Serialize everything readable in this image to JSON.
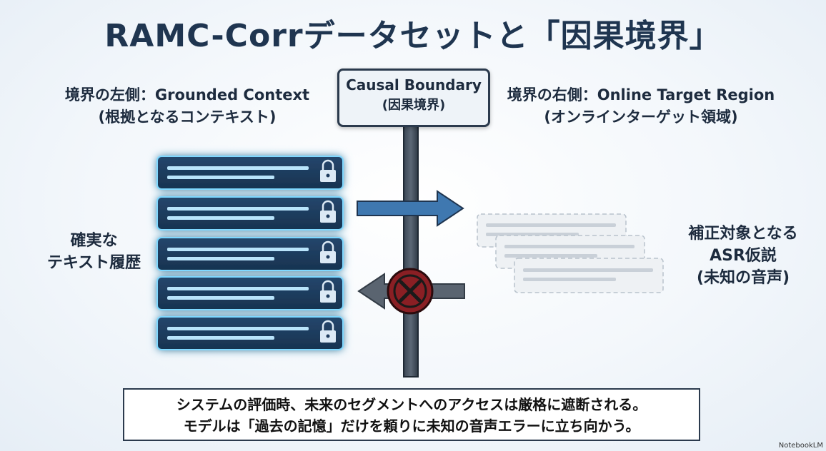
{
  "title": "RAMC-Corrデータセットと「因果境界」",
  "boundary_sign": {
    "line1": "Causal Boundary",
    "line2": "(因果境界)"
  },
  "left_heading": {
    "line1": "境界の左側：Grounded Context",
    "line2": "(根拠となるコンテキスト)"
  },
  "right_heading": {
    "line1": "境界の右側：Online Target Region",
    "line2": "(オンラインターゲット領域)"
  },
  "left_label": {
    "line1": "確実な",
    "line2": "テキスト履歴"
  },
  "right_label": {
    "line1": "補正対象となる",
    "line2": "ASR仮説",
    "line3": "(未知の音声)"
  },
  "bottom_note": {
    "line1": "システムの評価時、未来のセグメントへのアクセスは厳格に遮断される。",
    "line2": "モデルは「過去の記憶」だけを頼りに未知の音声エラーに立ち向かう。"
  },
  "watermark": "NotebookLM",
  "icons": [
    "lock-icon",
    "blocked-x-icon",
    "arrow-right-icon",
    "arrow-left-icon",
    "waveform-icon"
  ],
  "colors": {
    "title": "#1f3550",
    "text_block": "#1d3a5c",
    "glow": "#6fd0ff",
    "arrow": "#3f78b0",
    "blocked_arrow": "#5a6470",
    "stop": "#8a1f24",
    "wave_dark": "#1f5fc2",
    "wave_light": "#8fe0f0"
  }
}
